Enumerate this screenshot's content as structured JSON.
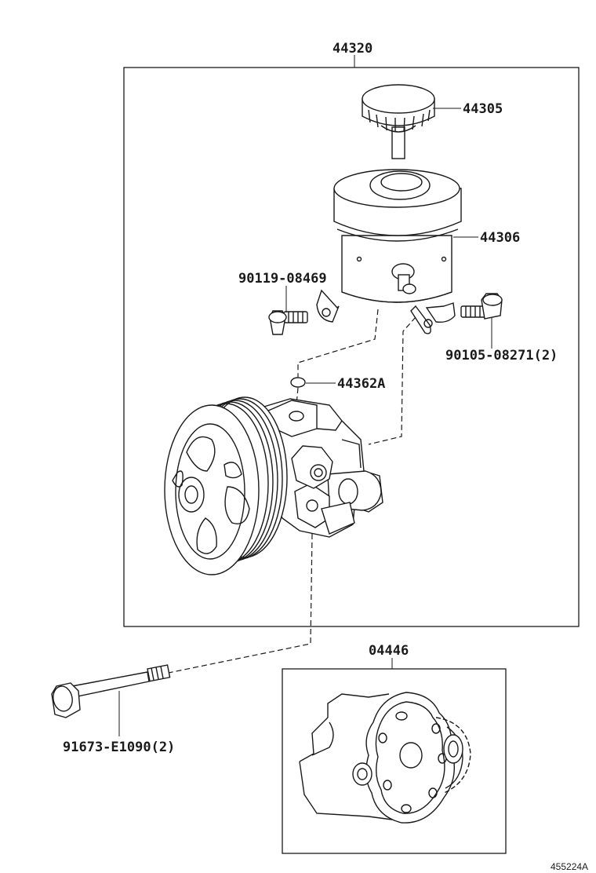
{
  "callouts": {
    "assembly": "44320",
    "cap": "44305",
    "reservoir": "44306",
    "bolt_left": "90119-08469",
    "bolt_right": "90105-08271(2)",
    "o_ring": "44362A",
    "long_bolt": "91673-E1090(2)",
    "gasket_kit": "04446"
  },
  "illustration_ref": "455224A"
}
